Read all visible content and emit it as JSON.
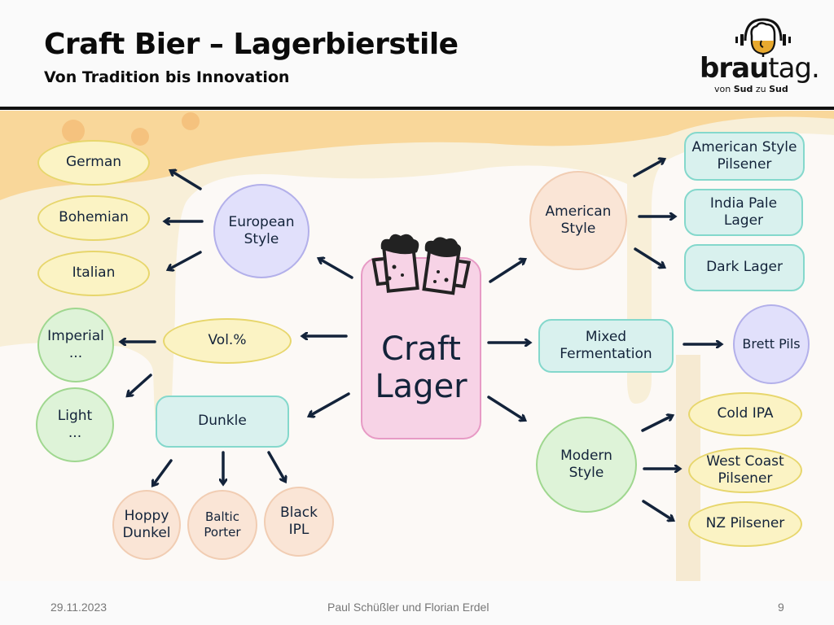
{
  "header": {
    "title": "Craft Bier – Lagerbierstile",
    "subtitle": "Von Tradition bis Innovation"
  },
  "logo": {
    "icon": "beer-glass-headphones-icon",
    "word_bold": "brau",
    "word_light": "tag.",
    "tagline_pre": "von ",
    "tagline_b1": "Sud",
    "tagline_mid": " zu ",
    "tagline_b2": "Sud",
    "accent_color": "#e8a92e"
  },
  "diagram": {
    "center": {
      "label": "Craft\nLager",
      "icon": "clinking-beer-mugs-icon"
    },
    "branches": {
      "european": {
        "label": "European\nStyle",
        "children": [
          "German",
          "Bohemian",
          "Italian"
        ]
      },
      "vol": {
        "label": "Vol.%",
        "children": [
          "Imperial\n...",
          "Light\n..."
        ]
      },
      "dunkle": {
        "label": "Dunkle",
        "children": [
          "Hoppy\nDunkel",
          "Baltic\nPorter",
          "Black\nIPL"
        ]
      },
      "american": {
        "label": "American\nStyle",
        "children": [
          "American Style\nPilsener",
          "India Pale\nLager",
          "Dark Lager"
        ]
      },
      "mixed": {
        "label": "Mixed\nFermentation",
        "children": [
          "Brett Pils"
        ]
      },
      "modern": {
        "label": "Modern\nStyle",
        "children": [
          "Cold IPA",
          "West Coast\nPilsener",
          "NZ Pilsener"
        ]
      }
    },
    "colors": {
      "arrow": "#13233a",
      "yellow": "#fbf3c4",
      "green": "#def3d8",
      "peach": "#fae5d6",
      "lavender": "#e1e0fb",
      "teal": "#d9f1ee",
      "pink": "#f7d3e6",
      "foam": "#f9d79a"
    }
  },
  "footer": {
    "date": "29.11.2023",
    "authors": "Paul Schüßler und Florian Erdel",
    "page": "9"
  }
}
